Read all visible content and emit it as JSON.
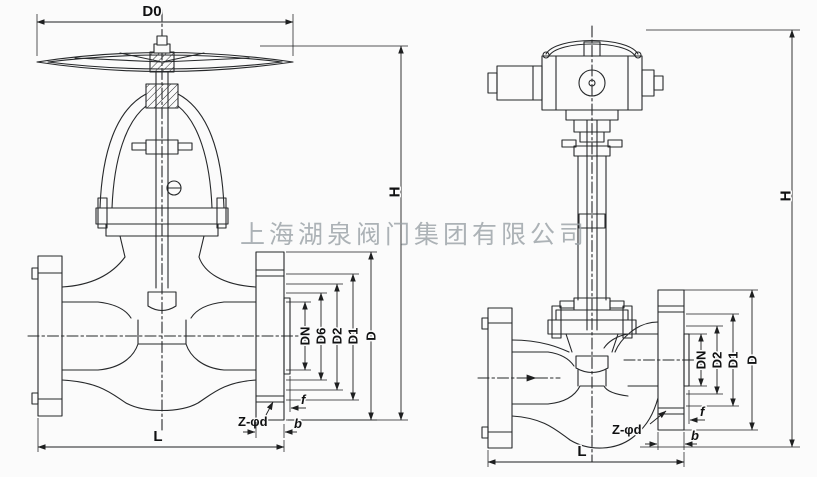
{
  "watermark": "上海湖泉阀门集团有限公司",
  "left": {
    "type": "manual-globe-valve-section",
    "D0": "D0",
    "H": "H",
    "DN": "DN",
    "D6": "D6",
    "D2": "D2",
    "D1": "D1",
    "D": "D",
    "Z": "Z-φd",
    "f": "f",
    "b": "b",
    "L": "L"
  },
  "right": {
    "type": "electric-globe-valve-section",
    "H": "H",
    "DN": "DN",
    "D2": "D2",
    "D1": "D1",
    "D": "D",
    "Z": "Z-φd",
    "f": "f",
    "b": "b",
    "L": "L"
  }
}
